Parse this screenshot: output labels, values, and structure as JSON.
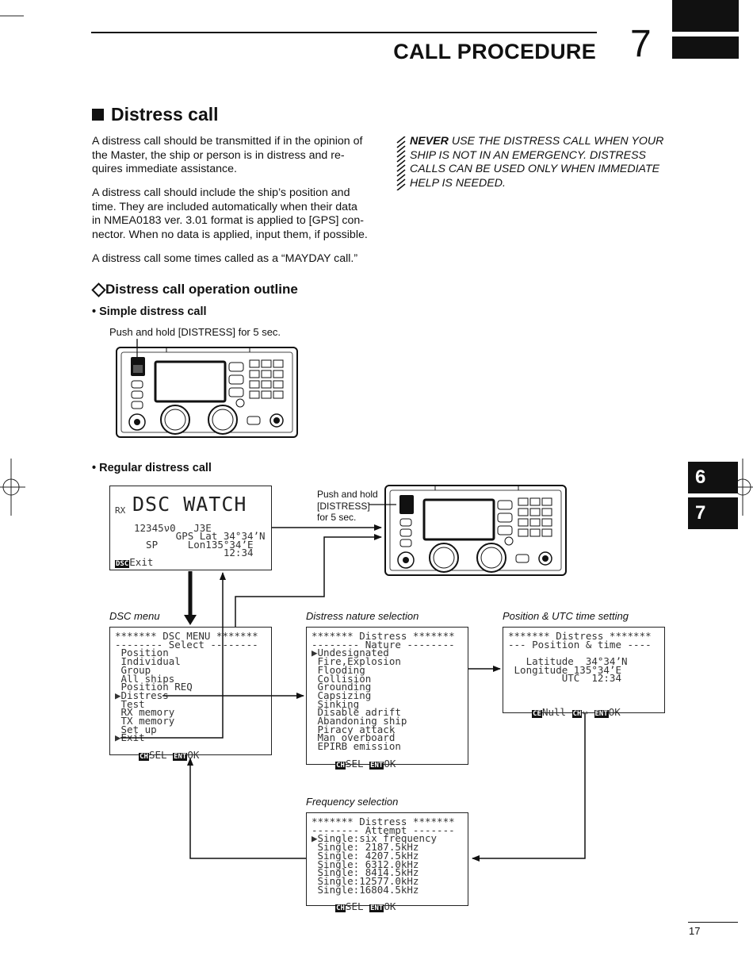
{
  "header": {
    "title": "CALL PROCEDURE",
    "chapter": "7"
  },
  "side_tabs": [
    "6",
    "7"
  ],
  "section": {
    "title": "Distress call"
  },
  "body_paragraphs": [
    [
      "A distress call should be transmitted if in the opinion of",
      "the Master, the ship or person is in distress and re-",
      "quires immediate assistance."
    ],
    [
      "A distress call should include the ship’s position and",
      "time. They are included automatically when their data",
      "in NMEA0183 ver. 3.01 format is applied to [GPS] con-",
      "nector. When no data is applied, input them, if possible."
    ],
    [
      "A distress call some times called as a “MAYDAY call.”"
    ]
  ],
  "warning": {
    "emphasis": "NEVER",
    "lines": [
      " USE THE DISTRESS CALL WHEN YOUR",
      "SHIP IS NOT IN AN EMERGENCY. DISTRESS",
      "CALLS CAN BE USED ONLY WHEN IMMEDIATE",
      "HELP IS NEEDED."
    ]
  },
  "subsection": {
    "title": "Distress call operation outline"
  },
  "simple": {
    "title": "• Simple distress call",
    "instruction": "Push and hold [DISTRESS] for 5 sec."
  },
  "regular": {
    "title": "• Regular distress call",
    "instruction": [
      "Push and hold",
      "[DISTRESS]",
      "for 5 sec."
    ]
  },
  "watch_screen": {
    "rx": "RX",
    "title": "DSC WATCH",
    "line1": "12345ν0   J3E",
    "line2": "       GPS Lat 34°34’N",
    "line3": "  SP     Lon135°34’E",
    "line4": "               12:34",
    "key": "DSC",
    "key_label": "Exit"
  },
  "dsc_menu": {
    "caption": "DSC menu",
    "lines": [
      "******* DSC MENU *******",
      "-------- Select --------",
      " Position",
      " Individual",
      " Group",
      " All ships",
      " Position REQ",
      "▶Distress",
      " Test",
      " RX memory",
      " TX memory",
      " Set up",
      "▶Exit"
    ],
    "footer_key1": "CH",
    "footer_label1": "SEL ",
    "footer_key2": "ENT",
    "footer_label2": "OK"
  },
  "nature": {
    "caption": "Distress nature selection",
    "lines": [
      "******* Distress *******",
      "-------- Nature --------",
      "▶Undesignated",
      " Fire,Explosion",
      " Flooding",
      " Collision",
      " Grounding",
      " Capsizing",
      " Sinking",
      " Disable adrift",
      " Abandoning ship",
      " Piracy attack",
      " Man overboard",
      " EPIRB emission"
    ],
    "footer_key1": "CH",
    "footer_label1": "SEL ",
    "footer_key2": "ENT",
    "footer_label2": "OK"
  },
  "position": {
    "caption": "Position & UTC time setting",
    "lines": [
      "******* Distress *******",
      "--- Position & time ----",
      "",
      "   Latitude  34°34’N",
      " Longitude 135°34’E",
      "         UTC  12:34"
    ],
    "footer_key1": "CE",
    "footer_label1": "Null ",
    "footer_key2": "CH",
    "footer_label2": "↔ ",
    "footer_key3": "ENT",
    "footer_label3": "OK"
  },
  "frequency": {
    "caption": "Frequency selection",
    "lines": [
      "******* Distress *******",
      "-------- Attempt -------",
      "▶Single:six frequency",
      " Single: 2187.5kHz",
      " Single: 4207.5kHz",
      " Single: 6312.0kHz",
      " Single: 8414.5kHz",
      " Single:12577.0kHz",
      " Single:16804.5kHz"
    ],
    "footer_key1": "CH",
    "footer_label1": "SEL ",
    "footer_key2": "ENT",
    "footer_label2": "OK"
  },
  "page_number": "17"
}
